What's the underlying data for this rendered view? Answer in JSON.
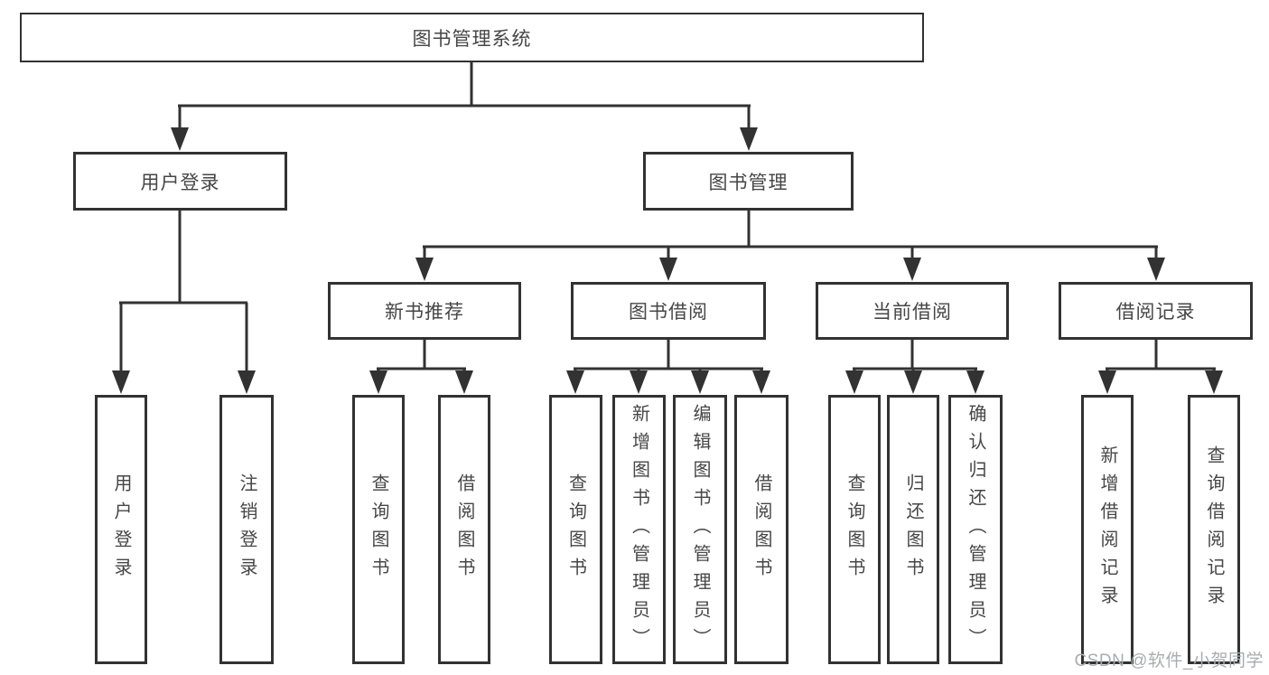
{
  "diagram": {
    "root": "图书管理系统",
    "level2": [
      "用户登录",
      "图书管理"
    ],
    "level3": [
      "新书推荐",
      "图书借阅",
      "当前借阅",
      "借阅记录"
    ],
    "leaves": [
      [
        "用户登录",
        "注销登录"
      ],
      [
        "查询图书",
        "借阅图书"
      ],
      [
        "查询图书",
        "新增图书（管理员）",
        "编辑图书（管理员）",
        "借阅图书"
      ],
      [
        "查询图书",
        "归还图书",
        "确认归还（管理员）"
      ],
      [
        "新增借阅记录",
        "查询借阅记录"
      ]
    ]
  },
  "watermark": "CSDN @软件_小贺同学",
  "colors": {
    "line": "#323232",
    "box_border": "#323232",
    "text": "#464646",
    "watermark": "#a9acb0",
    "background": "#ffffff"
  }
}
